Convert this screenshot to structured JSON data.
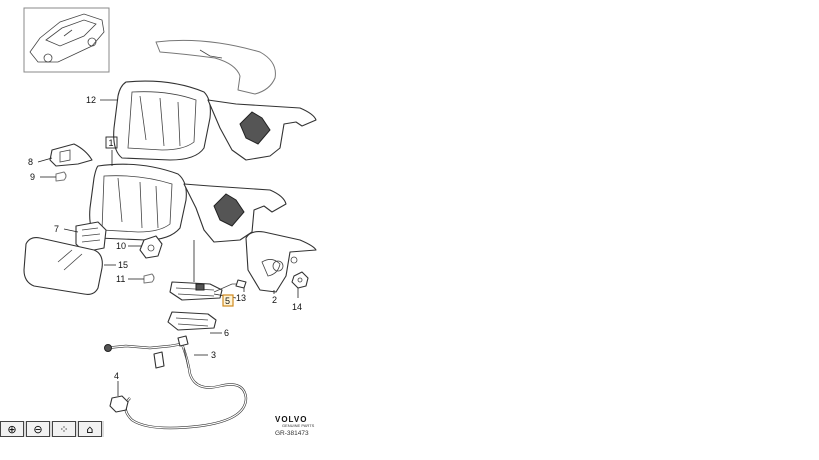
{
  "diagram": {
    "callouts": [
      {
        "id": "1",
        "label": "1",
        "boxed": true
      },
      {
        "id": "2",
        "label": "2"
      },
      {
        "id": "3",
        "label": "3"
      },
      {
        "id": "4",
        "label": "4"
      },
      {
        "id": "5",
        "label": "5",
        "highlighted": true
      },
      {
        "id": "6",
        "label": "6"
      },
      {
        "id": "7",
        "label": "7"
      },
      {
        "id": "8",
        "label": "8"
      },
      {
        "id": "9",
        "label": "9"
      },
      {
        "id": "10",
        "label": "10"
      },
      {
        "id": "11",
        "label": "11"
      },
      {
        "id": "12",
        "label": "12"
      },
      {
        "id": "13",
        "label": "13"
      },
      {
        "id": "14",
        "label": "14"
      },
      {
        "id": "15",
        "label": "15"
      }
    ],
    "brand": {
      "name": "VOLVO",
      "tagline": "GENUINE PARTS"
    },
    "doc_number": "GR-381473",
    "highlight_color": "#d08a1e"
  },
  "toolbar": {
    "buttons": [
      {
        "icon": "zoom-in-icon",
        "glyph": "⊕"
      },
      {
        "icon": "zoom-out-icon",
        "glyph": "⊖"
      },
      {
        "icon": "select-cursor-icon",
        "glyph": "⁘"
      },
      {
        "icon": "home-icon",
        "glyph": "⌂"
      }
    ]
  }
}
